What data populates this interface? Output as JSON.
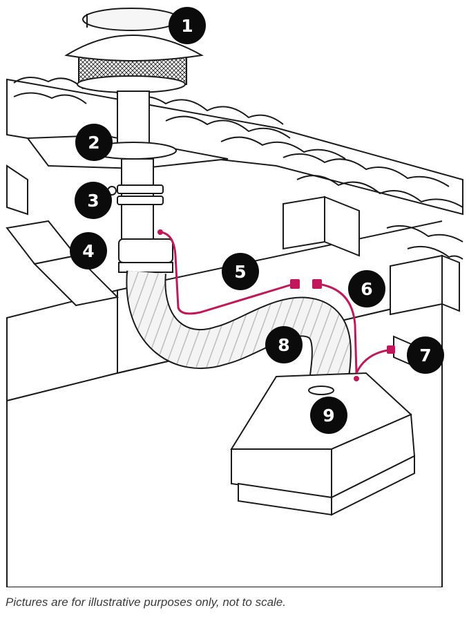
{
  "callouts": [
    {
      "number": "1"
    },
    {
      "number": "2"
    },
    {
      "number": "3"
    },
    {
      "number": "4"
    },
    {
      "number": "5"
    },
    {
      "number": "6"
    },
    {
      "number": "7"
    },
    {
      "number": "8"
    },
    {
      "number": "9"
    }
  ],
  "caption": "Pictures are for illustrative purposes only, not to scale.",
  "colors": {
    "cable": "#c2185b",
    "badge": "#0b0b0b",
    "line_art": "#1a1a1a"
  }
}
